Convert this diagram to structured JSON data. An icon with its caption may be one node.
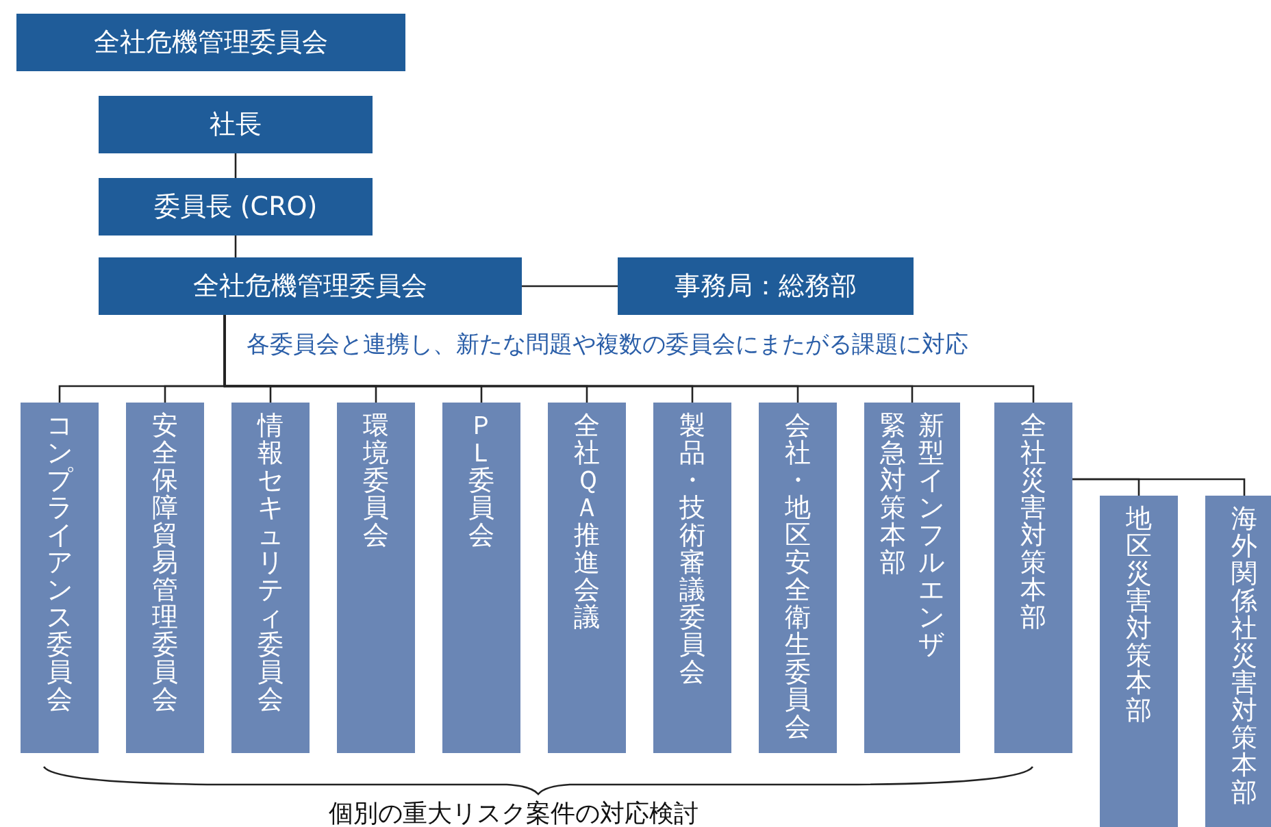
{
  "diagram": {
    "nodes": [
      {
        "text": [
          "全社危機管理委員会"
        ]
      },
      {
        "text": [
          "社長"
        ]
      },
      {
        "text": [
          "委員長 (CRO)"
        ]
      },
      {
        "text": [
          "全社危機管理委員会"
        ]
      },
      {
        "text": [
          "事務局：総務部"
        ]
      },
      {
        "text": [
          "コンプライアンス委員会"
        ]
      },
      {
        "text": [
          "安全保障貿易管理委員会"
        ]
      },
      {
        "text": [
          "情報セキュリティ委員会"
        ]
      },
      {
        "text": [
          "環境委員会"
        ]
      },
      {
        "text": [
          "ＰＬ委員会"
        ]
      },
      {
        "text": [
          "全社ＱＡ推進会議"
        ]
      },
      {
        "text": [
          "製品・技術審議委員会"
        ]
      },
      {
        "text": [
          "会社・地区安全衛生委員会"
        ]
      },
      {
        "text": [
          "新型インフルエンザ緊急対策本部"
        ]
      },
      {
        "text": [
          "全社災害対策本部"
        ]
      },
      {
        "text": [
          "地区災害対策本部"
        ]
      },
      {
        "text": [
          "海外関係社災害対策本部"
        ]
      }
    ],
    "edges": [
      {
        "from": 1,
        "to": 2,
        "arrow": "none"
      },
      {
        "from": 2,
        "to": 3,
        "arrow": "none"
      },
      {
        "from": 3,
        "to": 4,
        "arrow": "none"
      },
      {
        "from": 3,
        "to": 5,
        "arrow": "none"
      },
      {
        "from": 3,
        "to": 6,
        "arrow": "none"
      },
      {
        "from": 3,
        "to": 7,
        "arrow": "none"
      },
      {
        "from": 3,
        "to": 8,
        "arrow": "none"
      },
      {
        "from": 3,
        "to": 9,
        "arrow": "none"
      },
      {
        "from": 3,
        "to": 10,
        "arrow": "none"
      },
      {
        "from": 3,
        "to": 11,
        "arrow": "none"
      },
      {
        "from": 3,
        "to": 12,
        "arrow": "none"
      },
      {
        "from": 3,
        "to": 13,
        "arrow": "none"
      },
      {
        "from": 3,
        "to": 14,
        "arrow": "none"
      },
      {
        "from": 14,
        "to": 15,
        "arrow": "none"
      },
      {
        "from": 14,
        "to": 16,
        "arrow": "none"
      }
    ],
    "labels": [
      "各委員会と連携し、新たな問題や複数の委員会にまたがる課題に対応",
      "個別の重大リスク案件の対応検討"
    ]
  }
}
